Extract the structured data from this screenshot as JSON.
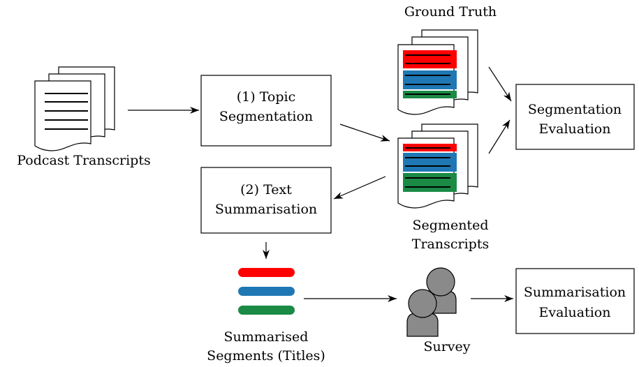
{
  "labels": {
    "podcast_transcripts": "Podcast Transcripts",
    "ground_truth": "Ground Truth",
    "segmented_line1": "Segmented",
    "segmented_line2": "Transcripts",
    "summarised_line1": "Summarised",
    "summarised_line2": "Segments (Titles)",
    "survey": "Survey"
  },
  "boxes": {
    "topic_seg_line1": "(1) Topic",
    "topic_seg_line2": "Segmentation",
    "text_sum_line1": "(2) Text",
    "text_sum_line2": "Summarisation",
    "seg_eval_line1": "Segmentation",
    "seg_eval_line2": "Evaluation",
    "sum_eval_line1": "Summarisation",
    "sum_eval_line2": "Evaluation"
  },
  "colors": {
    "segment_red": "#ff0000",
    "segment_blue": "#1f78b4",
    "segment_green": "#1a8a45",
    "person_fill": "#8a8a8a",
    "stroke": "#000000"
  }
}
